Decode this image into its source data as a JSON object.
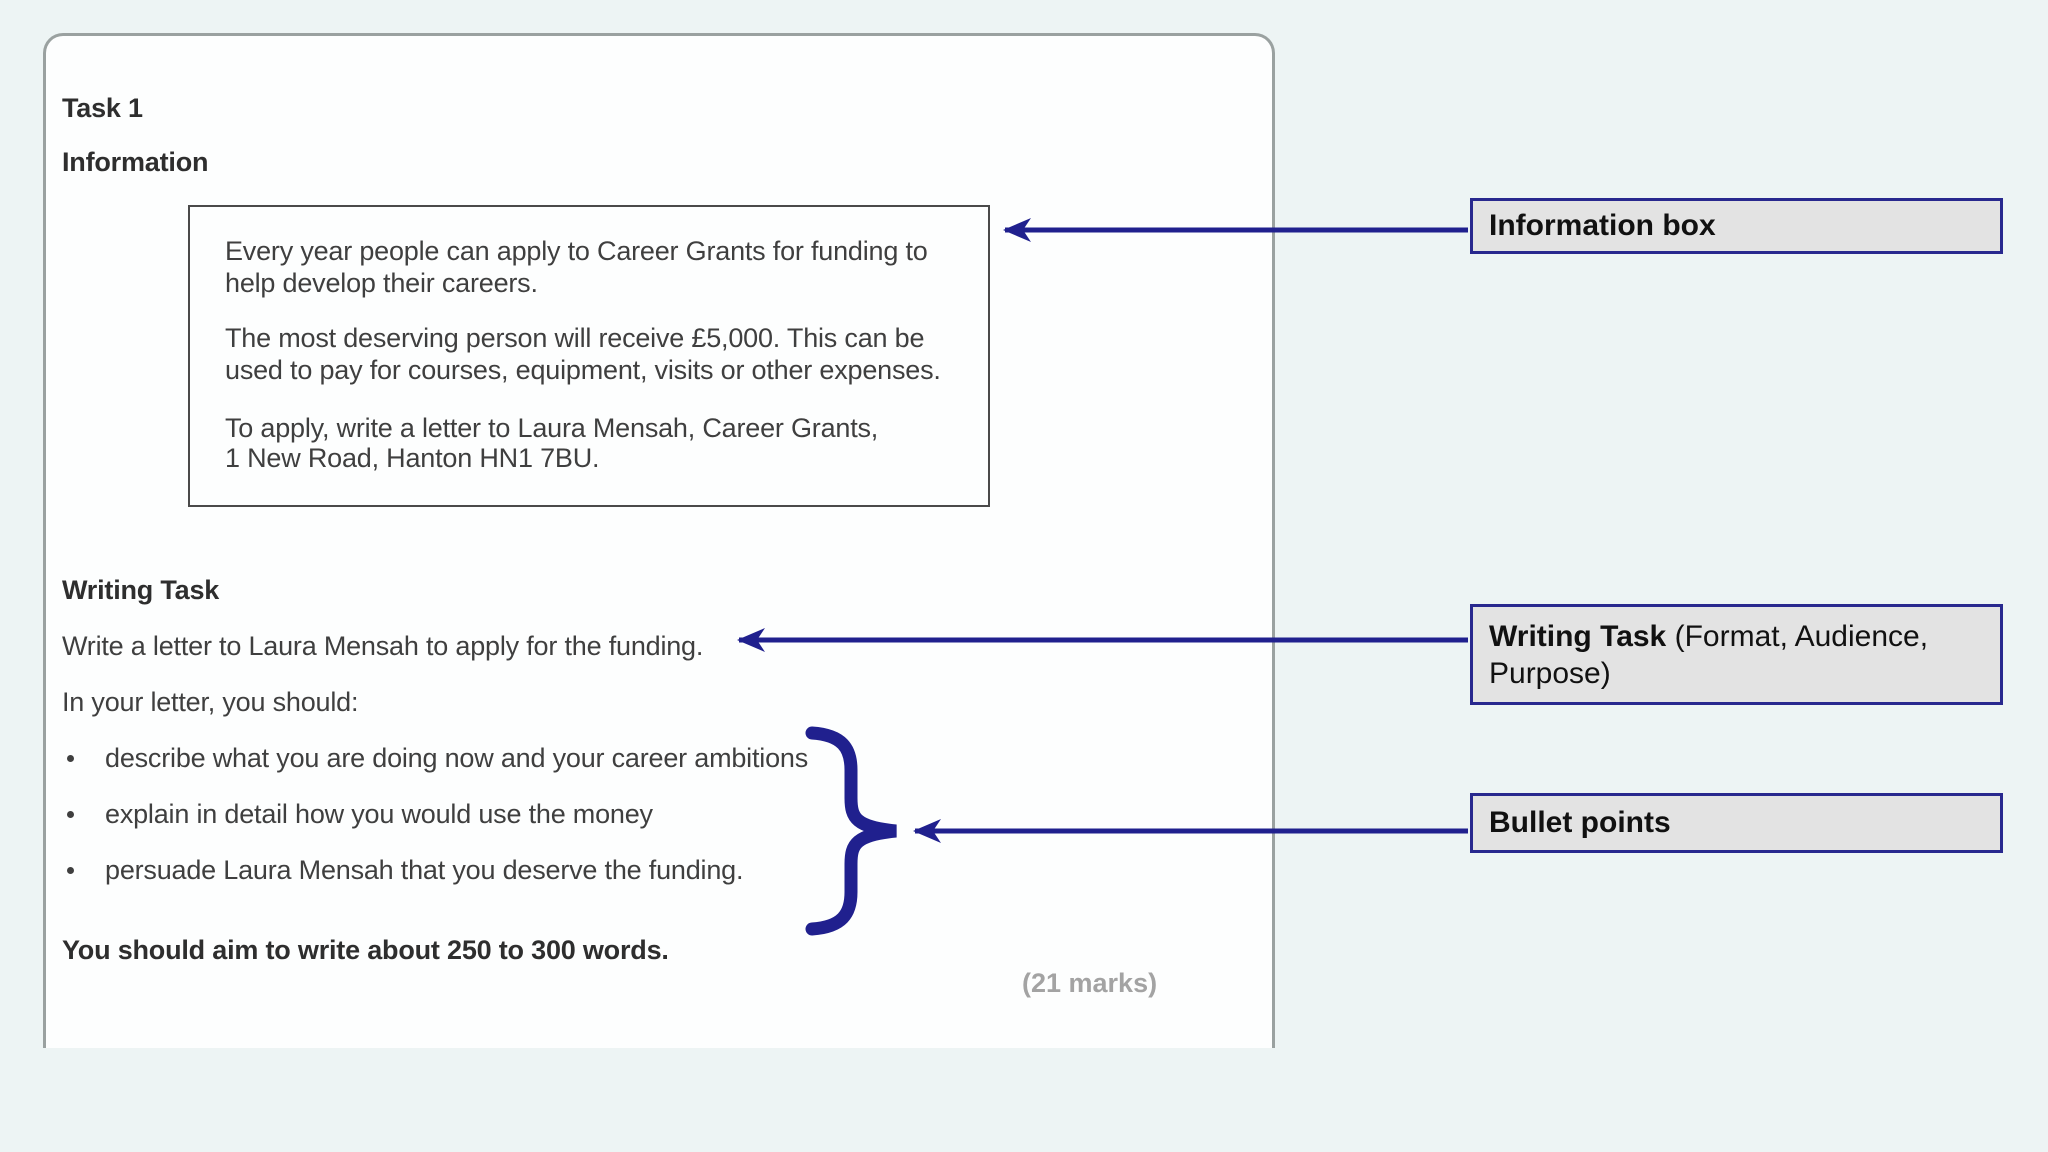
{
  "colors": {
    "background": "#edf4f4",
    "accent": "#20208e",
    "document_bg": "#fdfefe",
    "document_border": "#9aa1a0",
    "info_box_border": "#4a4a4a",
    "body_text": "#3f3f3f",
    "label_bg": "#e3e3e3",
    "label_border": "#28288e",
    "marks_text": "#a3a3a3"
  },
  "document": {
    "task_heading": "Task 1",
    "information_heading": "Information",
    "info_box_lines": [
      "Every year people can apply to Career Grants for funding to",
      "help develop their careers.",
      "The most deserving person will receive £5,000. This can be",
      "used to pay for courses, equipment, visits or other expenses.",
      "To apply, write a letter to Laura Mensah, Career Grants,",
      "1 New Road, Hanton HN1 7BU."
    ],
    "writing_task_heading": "Writing Task",
    "instruction_line": "Write a letter to Laura Mensah to apply for the funding.",
    "lead_in_line": "In your letter, you should:",
    "bullets": [
      "describe what you are doing now and your career ambitions",
      "explain in detail how you would use the money",
      "persuade Laura Mensah that you deserve the funding."
    ],
    "word_count_line": "You should aim to write about 250 to 300 words.",
    "marks": "(21 marks)"
  },
  "annotations": {
    "information_box_label": "Information box",
    "writing_task_label_bold": "Writing Task",
    "writing_task_label_rest": " (Format, Audience,",
    "writing_task_label_line2": "Purpose)",
    "bullet_points_label": "Bullet points"
  }
}
